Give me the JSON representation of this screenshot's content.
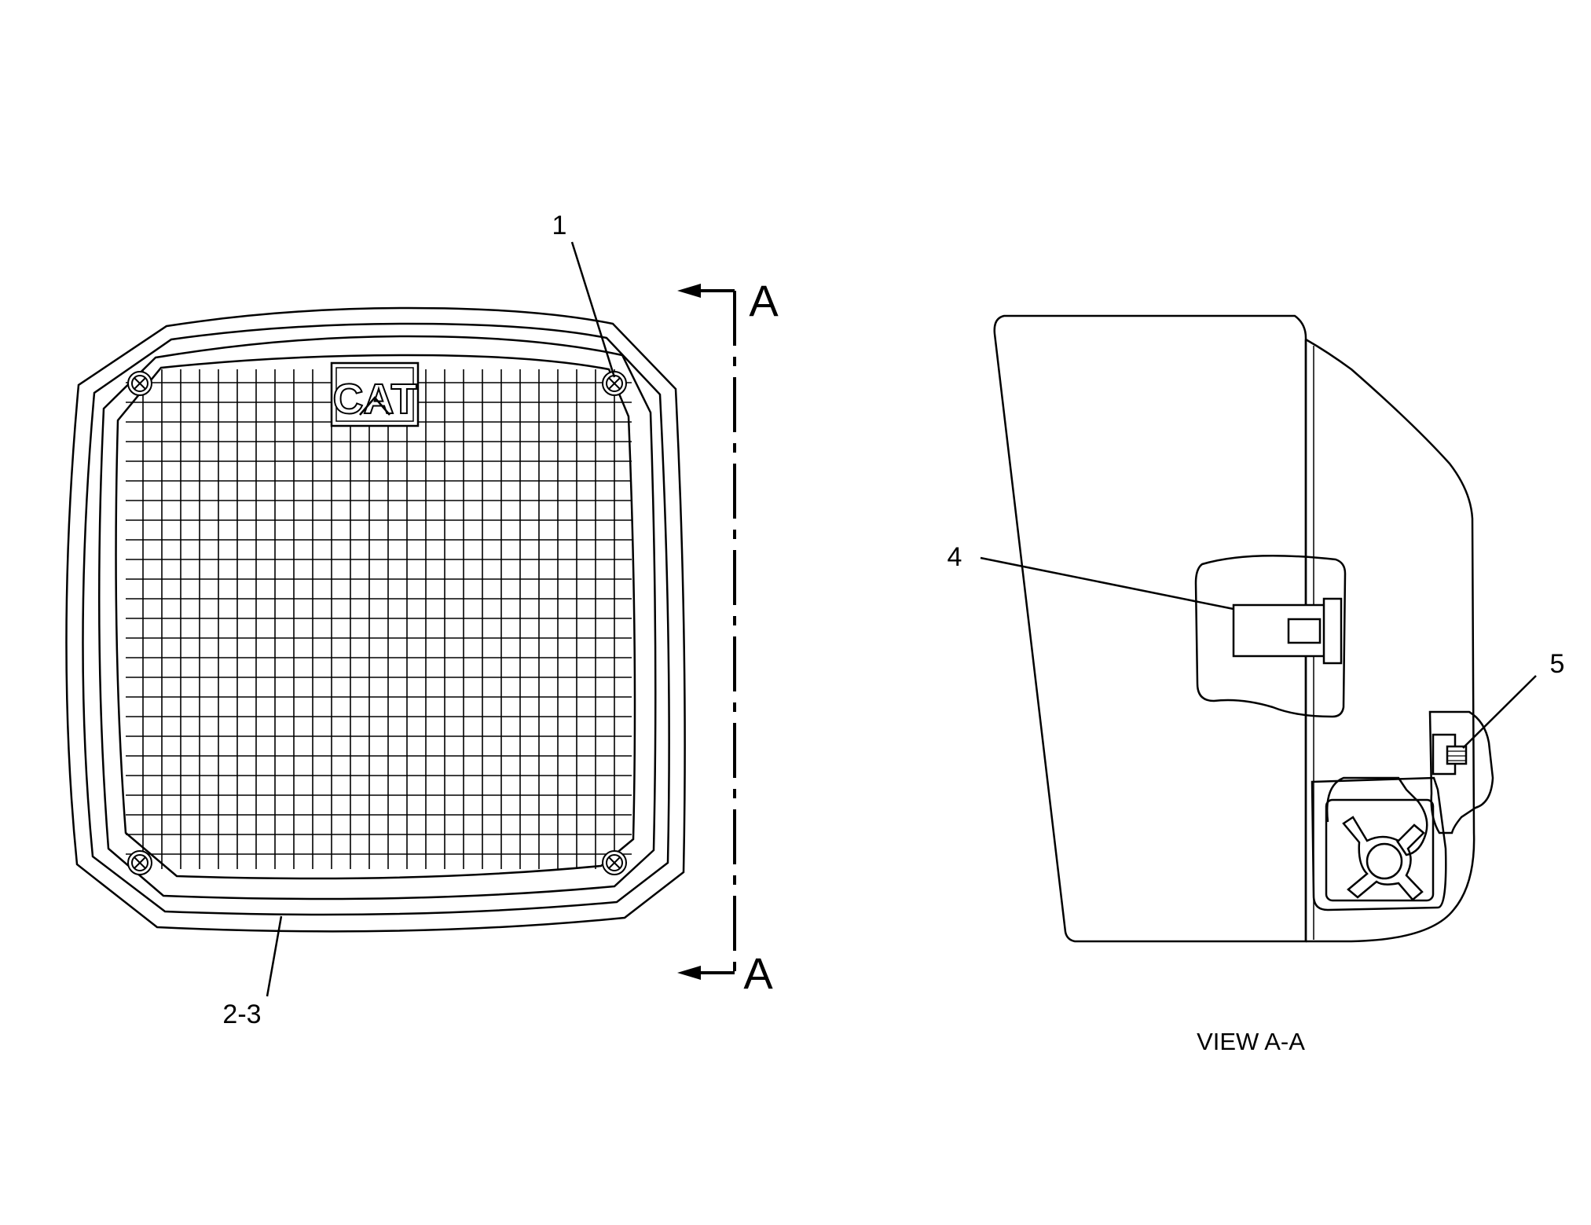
{
  "front_view": {
    "logo_text": "CAT",
    "callouts": [
      {
        "id": "1",
        "label": "1"
      },
      {
        "id": "2-3",
        "label": "2-3"
      }
    ],
    "section_marker": {
      "top": "A",
      "bottom": "A"
    }
  },
  "section_view": {
    "caption": "VIEW A-A",
    "callouts": [
      {
        "id": "4",
        "label": "4"
      },
      {
        "id": "5",
        "label": "5"
      }
    ]
  },
  "colors": {
    "line": "#000000",
    "background": "#ffffff"
  }
}
